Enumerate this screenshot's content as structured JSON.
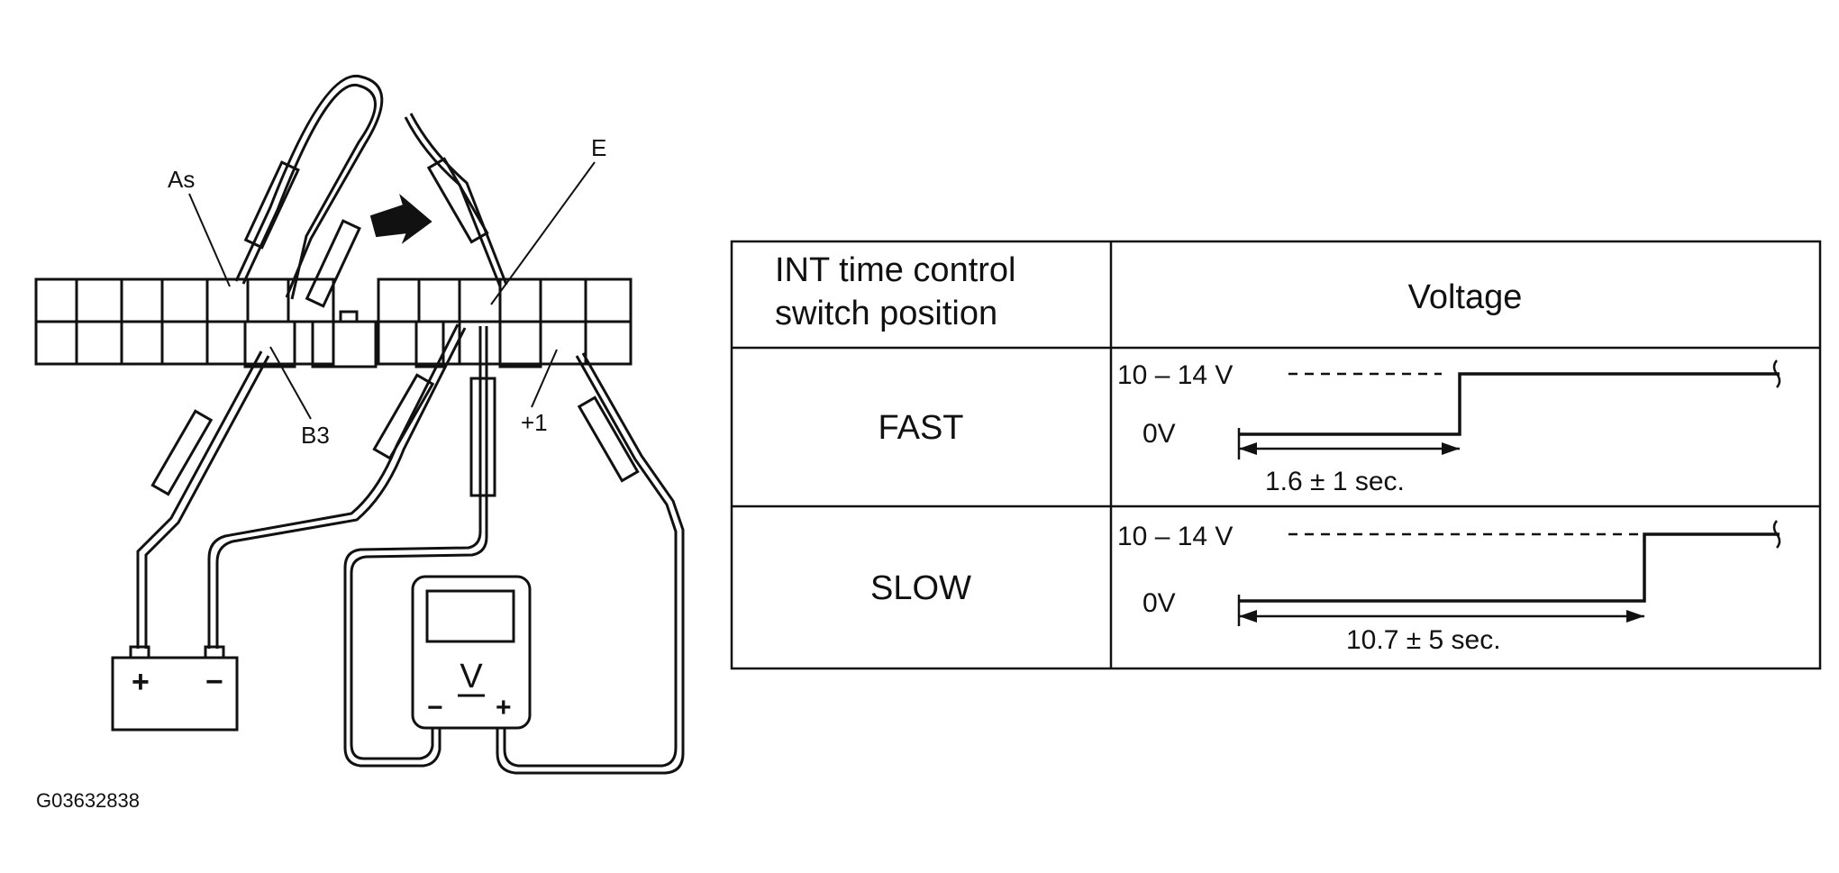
{
  "diagram": {
    "labels": {
      "as": "As",
      "e": "E",
      "b3": "B3",
      "plus1": "+1",
      "figure_id": "G03632838"
    },
    "battery": {
      "positive": "+",
      "negative": "−"
    },
    "voltmeter": {
      "symbol": "V",
      "negative": "−",
      "positive": "+"
    },
    "arrow": "arrow-right"
  },
  "table": {
    "header": {
      "col1_line1": "INT time control",
      "col1_line2": "switch position",
      "col2": "Voltage"
    },
    "rows": [
      {
        "position": "FAST",
        "high_label": "10 – 14 V",
        "low_label": "0V",
        "time_label": "1.6 ± 1 sec.",
        "time_sec": 1.6
      },
      {
        "position": "SLOW",
        "high_label": "10 – 14 V",
        "low_label": "0V",
        "time_label": "10.7 ± 5 sec.",
        "time_sec": 10.7
      }
    ]
  }
}
